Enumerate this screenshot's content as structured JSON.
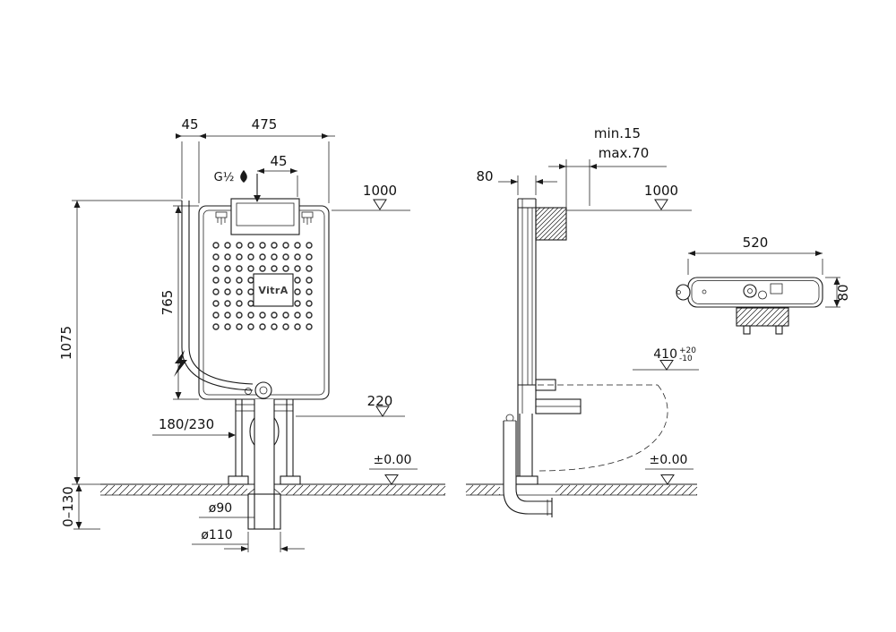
{
  "drawing": {
    "brand": "VitrA",
    "front": {
      "dim_45_left": "45",
      "dim_width": "475",
      "dim_45_inlet": "45",
      "inlet_thread": "G½",
      "dim_1000": "1000",
      "dim_765": "765",
      "dim_1075": "1075",
      "dim_fixing": "180/230",
      "dim_220": "220",
      "level_zero": "±0.00",
      "dim_0_130": "0–130",
      "dia_90": "ø90",
      "dia_110": "ø110"
    },
    "side": {
      "dim_80": "80",
      "wall_min": "min.15",
      "wall_max": "max.70",
      "dim_1000": "1000",
      "dim_410": "410",
      "tol_plus": "+20",
      "tol_minus": "-10",
      "level_zero": "±0.00"
    },
    "top": {
      "dim_520": "520",
      "dim_80": "80"
    }
  }
}
